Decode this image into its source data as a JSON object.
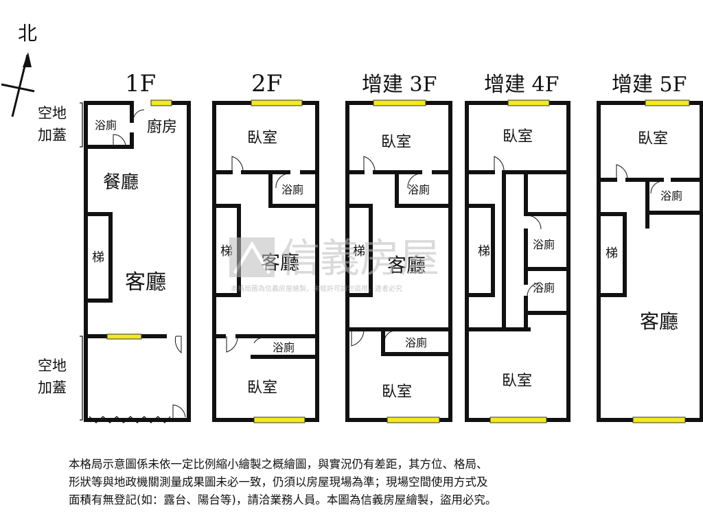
{
  "compass": {
    "label": "北"
  },
  "floors": [
    {
      "id": "1f",
      "title": "1F"
    },
    {
      "id": "2f",
      "title": "2F"
    },
    {
      "id": "3f",
      "title": "增建 3F"
    },
    {
      "id": "4f",
      "title": "增建 4F"
    },
    {
      "id": "5f",
      "title": "增建 5F"
    }
  ],
  "side_labels": {
    "top_line1": "空地",
    "top_line2": "加蓋",
    "bottom_line1": "空地",
    "bottom_line2": "加蓋"
  },
  "rooms": {
    "f1_bath": "浴廁",
    "f1_kitchen": "廚房",
    "f1_dining": "餐廳",
    "f1_stairs": "梯",
    "f1_living": "客廳",
    "f2_bedroom_top": "臥室",
    "f2_bath_top": "浴廁",
    "f2_stairs": "梯",
    "f2_living": "客廳",
    "f2_bath_bottom": "浴廁",
    "f2_bedroom_bottom": "臥室",
    "f3_bedroom_top": "臥室",
    "f3_bath_top": "浴廁",
    "f3_stairs": "梯",
    "f3_living": "客廳",
    "f3_bath_bottom": "浴廁",
    "f3_bedroom_bottom": "臥室",
    "f4_bedroom_top": "臥室",
    "f4_stairs": "梯",
    "f4_bath_1": "浴廁",
    "f4_bath_2": "浴廁",
    "f4_bedroom_bottom": "臥室",
    "f5_bedroom_top": "臥室",
    "f5_bath": "浴廁",
    "f5_stairs": "梯",
    "f5_living": "客廳"
  },
  "watermark": {
    "brand": "信義房屋",
    "notice": "本格局圖為信義房屋繪製，未經許可請勿盜用，違者必究"
  },
  "disclaimer": {
    "line1": "本格局示意圖係未依一定比例縮小繪製之概繪圖，與實況仍有差距，其方位、格局、",
    "line2": "形狀等與地政機關測量成果圖未必一致，仍須以房屋現場為準；現場空間使用方式及",
    "line3": "面積有無登記(如：露台、陽台等)，請洽業務人員。本圖為信義房屋繪製，盜用必究。"
  },
  "colors": {
    "wall": "#111111",
    "window": "#f2ea1c",
    "watermark": "#bdbdbd"
  }
}
